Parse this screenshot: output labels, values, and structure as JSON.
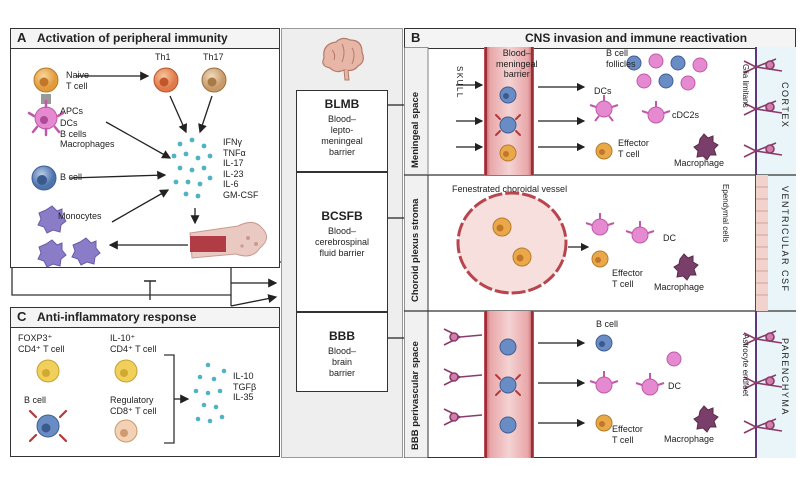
{
  "panel_a": {
    "letter": "A",
    "title": "Activation of peripheral immunity",
    "naive_t_cell": "Naive\nT cell",
    "th1": "Th1",
    "th17": "Th17",
    "apcs": "APCs",
    "apcs_list": "DCs\nB cells\nMacrophages",
    "b_cell": "B cell",
    "monocytes": "Monocytes",
    "cytokines": "IFNγ\nTNFα\nIL-17\nIL-23\nIL-6\nGM-CSF"
  },
  "panel_c": {
    "letter": "C",
    "title": "Anti-inflammatory response",
    "foxp3": "FOXP3⁺\nCD4⁺ T cell",
    "il10": "IL-10⁺\nCD4⁺ T cell",
    "b_cell": "B cell",
    "regulatory": "Regulatory\nCD8⁺ T cell",
    "cytokines": "IL-10\nTGFβ\nIL-35"
  },
  "barriers": [
    {
      "abbr": "BLMB",
      "full": "Blood–\nlepto-\nmeningeal\nbarrier"
    },
    {
      "abbr": "BCSFB",
      "full": "Blood–\ncerebrospinal\nfluid barrier"
    },
    {
      "abbr": "BBB",
      "full": "Blood–\nbrain\nbarrier"
    }
  ],
  "panel_b": {
    "letter": "B",
    "title": "CNS invasion and immune reactivation",
    "row1": {
      "side": "Meningeal space",
      "skull": "SKULL",
      "barrier": "Blood–\nmeningeal\nbarrier",
      "follicles": "B cell\nfollicles",
      "dcs": "DCs",
      "cdc2s": "cDC2s",
      "effector": "Effector\nT cell",
      "macrophage": "Macrophage",
      "glia": "Glia limitans",
      "region": "CORTEX"
    },
    "row2": {
      "side": "Choroid plexus stroma",
      "vessel": "Fenestrated choroidal vessel",
      "dc": "DC",
      "effector": "Effector\nT cell",
      "macrophage": "Macrophage",
      "ependymal": "Ependymal cells",
      "region": "VENTRICULAR CSF"
    },
    "row3": {
      "side": "BBB perivascular space",
      "b_cell": "B cell",
      "dc": "DC",
      "effector": "Effector\nT cell",
      "macrophage": "Macrophage",
      "astrocyte": "Astrocyte endfeet",
      "region": "PARENCHYMA"
    }
  },
  "colors": {
    "t_cell": "#e9a94a",
    "b_cell": "#5f82b8",
    "dc": "#d86fb8",
    "monocyte": "#8a7cc7",
    "macrophage": "#7a3e6a",
    "vessel": "#d8868a",
    "vessel_wall": "#b8454e",
    "astrocyte": "#8a3a6a",
    "cytokine": "#4fb3c4",
    "right_band": "#e9f5f8",
    "center_bg": "#eeeeee"
  }
}
